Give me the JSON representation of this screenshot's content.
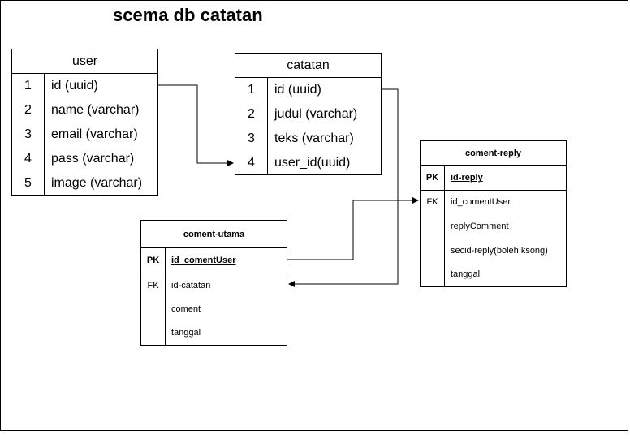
{
  "title": "scema db catatan",
  "tables": {
    "user": {
      "name": "user",
      "rows": [
        {
          "key": "1",
          "field": "id (uuid)"
        },
        {
          "key": "2",
          "field": "name (varchar)"
        },
        {
          "key": "3",
          "field": "email (varchar)"
        },
        {
          "key": "4",
          "field": "pass (varchar)"
        },
        {
          "key": "5",
          "field": "image (varchar)"
        }
      ]
    },
    "catatan": {
      "name": "catatan",
      "rows": [
        {
          "key": "1",
          "field": "id (uuid)"
        },
        {
          "key": "2",
          "field": "judul (varchar)"
        },
        {
          "key": "3",
          "field": "teks (varchar)"
        },
        {
          "key": "4",
          "field": "user_id(uuid)"
        }
      ]
    },
    "coment_utama": {
      "name": "coment-utama",
      "pk": {
        "key": "PK",
        "field": "id_comentUser"
      },
      "rows": [
        {
          "key": "FK",
          "field": "id-catatan"
        },
        {
          "key": "",
          "field": "coment"
        },
        {
          "key": "",
          "field": "tanggal"
        }
      ]
    },
    "coment_reply": {
      "name": "coment-reply",
      "pk": {
        "key": "PK",
        "field": "id-reply"
      },
      "rows": [
        {
          "key": "FK",
          "field": "id_comentUser"
        },
        {
          "key": "",
          "field": "replyComment"
        },
        {
          "key": "",
          "field": "secid-reply(boleh ksong)"
        },
        {
          "key": "",
          "field": "tanggal"
        }
      ]
    }
  }
}
